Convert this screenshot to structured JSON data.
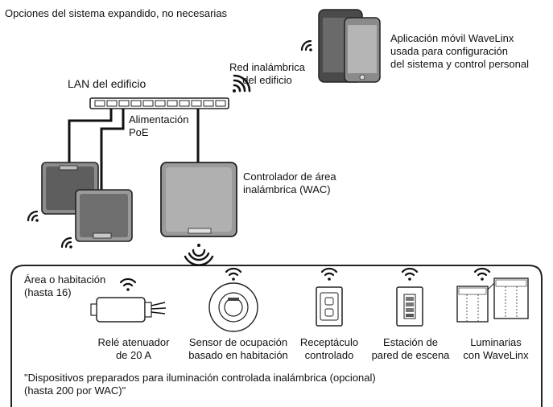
{
  "header": {
    "title": "Opciones del sistema expandido, no necesarias"
  },
  "building": {
    "lan_label": "LAN del edificio",
    "wireless_label_line1": "Red inalámbrica",
    "wireless_label_line2": "del edificio",
    "poe_line1": "Alimentación",
    "poe_line2": "PoE"
  },
  "mobile_app": {
    "line1": "Aplicación móvil WaveLinx",
    "line2": "usada para configuración",
    "line3": "del sistema y control personal"
  },
  "controller": {
    "line1": "Controlador de área",
    "line2": "inalámbrica (WAC)"
  },
  "area": {
    "title_line1": "Área o habitación",
    "title_line2": "(hasta 16)",
    "devices": [
      {
        "line1": "Relé atenuador",
        "line2": "de 20 A"
      },
      {
        "line1": "Sensor de ocupación",
        "line2": "basado en habitación"
      },
      {
        "line1": "Receptáculo",
        "line2": "controlado"
      },
      {
        "line1": "Estación de",
        "line2": "pared de escena"
      },
      {
        "line1": "Luminarias",
        "line2": "con WaveLinx"
      }
    ],
    "footer_line1": "\"Dispositivos preparados para iluminación controlada inalámbrica (opcional)",
    "footer_line2": "(hasta 200 por WAC)\""
  }
}
